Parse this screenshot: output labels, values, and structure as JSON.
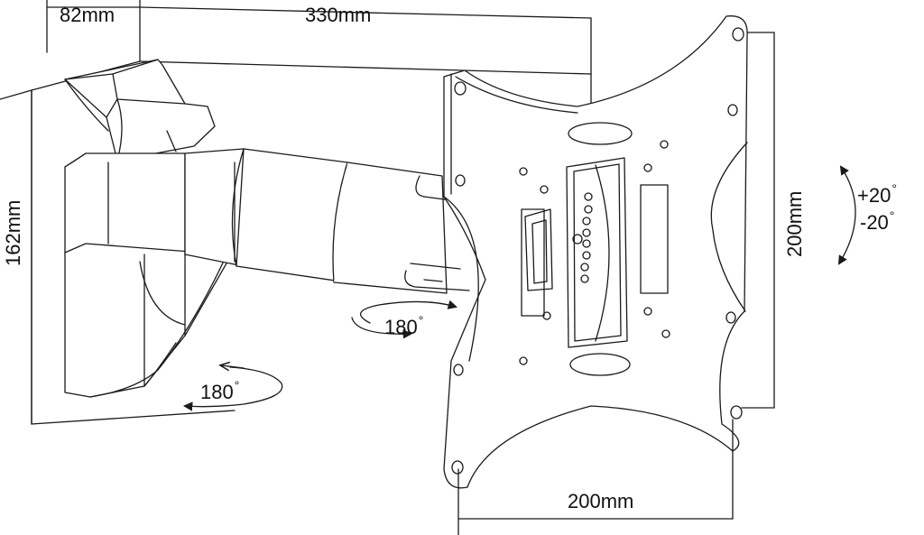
{
  "labels": {
    "depth_82": "82mm",
    "length_330": "330mm",
    "height_162": "162mm",
    "vesa_height": "200mm",
    "vesa_width": "200mm",
    "swivel_arm": "180",
    "swivel_wall": "180",
    "tilt_up": "+20",
    "tilt_down": "-20",
    "degree_mark": "°"
  },
  "colors": {
    "line": "#1a1a1a",
    "background": "#ffffff",
    "shade": "#f4f4f4"
  },
  "icons": {
    "rotation_arrow": "curved-double-arrow"
  }
}
